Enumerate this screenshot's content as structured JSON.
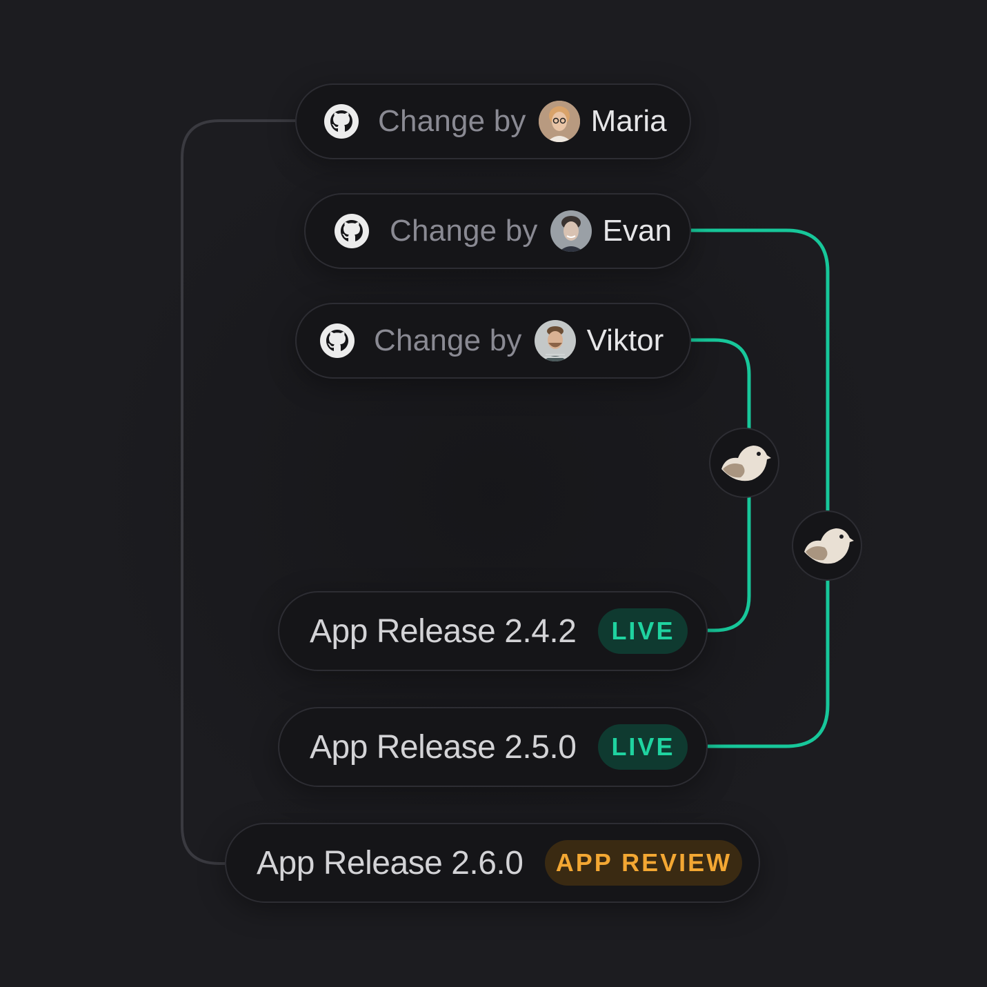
{
  "changes": [
    {
      "prefix": "Change by",
      "author": "Maria",
      "icon": "github-icon"
    },
    {
      "prefix": "Change by",
      "author": "Evan",
      "icon": "github-icon"
    },
    {
      "prefix": "Change by",
      "author": "Viktor",
      "icon": "github-icon"
    }
  ],
  "releases": [
    {
      "name": "App Release 2.4.2",
      "status": "LIVE"
    },
    {
      "name": "App Release 2.5.0",
      "status": "LIVE"
    },
    {
      "name": "App Release 2.6.0",
      "status": "APP REVIEW"
    }
  ],
  "nodes": [
    {
      "icon": "bird-icon"
    },
    {
      "icon": "bird-icon"
    }
  ],
  "colors": {
    "background": "#1c1c20",
    "connector_active": "#17c79a",
    "connector_inactive": "#3a3a40",
    "live_text": "#1fd3a0",
    "live_bg": "#0f3a30",
    "review_text": "#f3a733",
    "review_bg": "#3a2a12"
  }
}
